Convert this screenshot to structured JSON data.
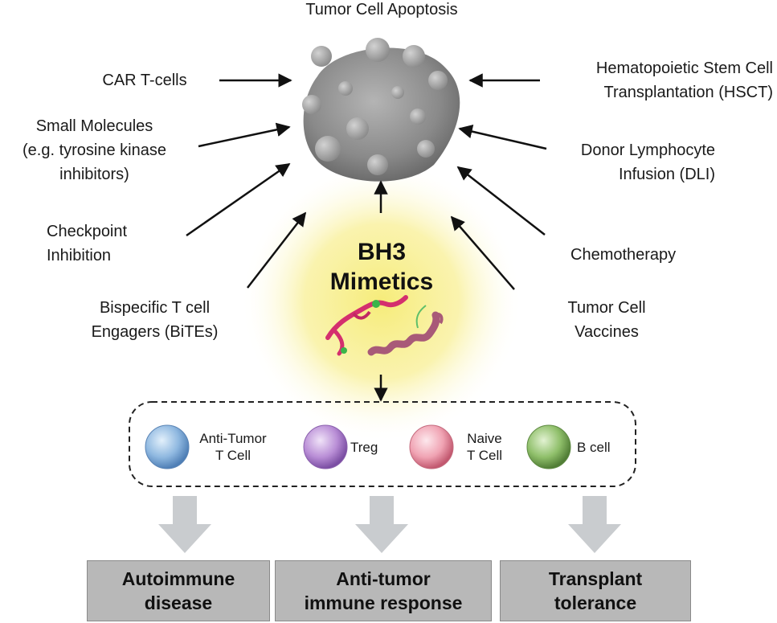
{
  "title": "Tumor Cell Apoptosis",
  "therapies_left": [
    {
      "lines": [
        "CAR T-cells"
      ]
    },
    {
      "lines": [
        "Small Molecules",
        "(e.g. tyrosine kinase",
        "inhibitors)"
      ]
    },
    {
      "lines": [
        "Checkpoint",
        "Inhibition"
      ]
    },
    {
      "lines": [
        "Bispecific T cell",
        "Engagers (BiTEs)"
      ]
    }
  ],
  "therapies_right": [
    {
      "lines": [
        "Hematopoietic Stem Cell",
        "Transplantation (HSCT)"
      ]
    },
    {
      "lines": [
        "Donor Lymphocyte",
        "Infusion (DLI)"
      ]
    },
    {
      "lines": [
        "Chemotherapy"
      ]
    },
    {
      "lines": [
        "Tumor Cell",
        "Vaccines"
      ]
    }
  ],
  "center": {
    "lines": [
      "BH3",
      "Mimetics"
    ]
  },
  "cells": [
    {
      "lines": [
        "Anti-Tumor",
        "T Cell"
      ],
      "color": "#8fb8e0"
    },
    {
      "lines": [
        "Treg"
      ],
      "color": "#b98ed6"
    },
    {
      "lines": [
        "Naive",
        "T Cell"
      ],
      "color": "#f0a3b3"
    },
    {
      "lines": [
        "B cell"
      ],
      "color": "#8fbf6a"
    }
  ],
  "outcomes": [
    {
      "lines": [
        "Autoimmune",
        "disease"
      ]
    },
    {
      "lines": [
        "Anti-tumor",
        "immune response"
      ]
    },
    {
      "lines": [
        "Transplant",
        "tolerance"
      ]
    }
  ],
  "colors": {
    "glow": "#f6ec7a",
    "tumor": "#8c8c8c",
    "outcome_box": "#b8b8b8",
    "down_arrow": "#c9cccf",
    "helix": "#a85a78",
    "peptide": "#d42f6e"
  }
}
